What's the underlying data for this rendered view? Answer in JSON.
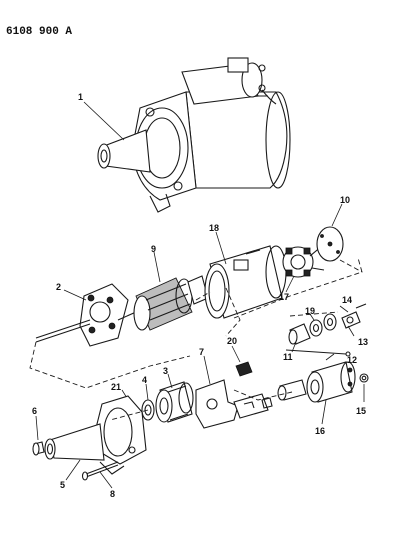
{
  "header": {
    "code": "6108 900 A"
  },
  "callouts": [
    {
      "id": "1",
      "label": "1"
    },
    {
      "id": "2",
      "label": "2"
    },
    {
      "id": "3",
      "label": "3"
    },
    {
      "id": "4",
      "label": "4"
    },
    {
      "id": "5",
      "label": "5"
    },
    {
      "id": "6",
      "label": "6"
    },
    {
      "id": "7",
      "label": "7"
    },
    {
      "id": "8",
      "label": "8"
    },
    {
      "id": "9",
      "label": "9"
    },
    {
      "id": "10",
      "label": "10"
    },
    {
      "id": "11",
      "label": "11"
    },
    {
      "id": "12",
      "label": "12"
    },
    {
      "id": "13",
      "label": "13"
    },
    {
      "id": "14",
      "label": "14"
    },
    {
      "id": "15",
      "label": "15"
    },
    {
      "id": "16",
      "label": "16"
    },
    {
      "id": "17",
      "label": "17"
    },
    {
      "id": "18",
      "label": "18"
    },
    {
      "id": "19",
      "label": "19"
    },
    {
      "id": "20",
      "label": "20"
    },
    {
      "id": "21",
      "label": "21"
    }
  ]
}
